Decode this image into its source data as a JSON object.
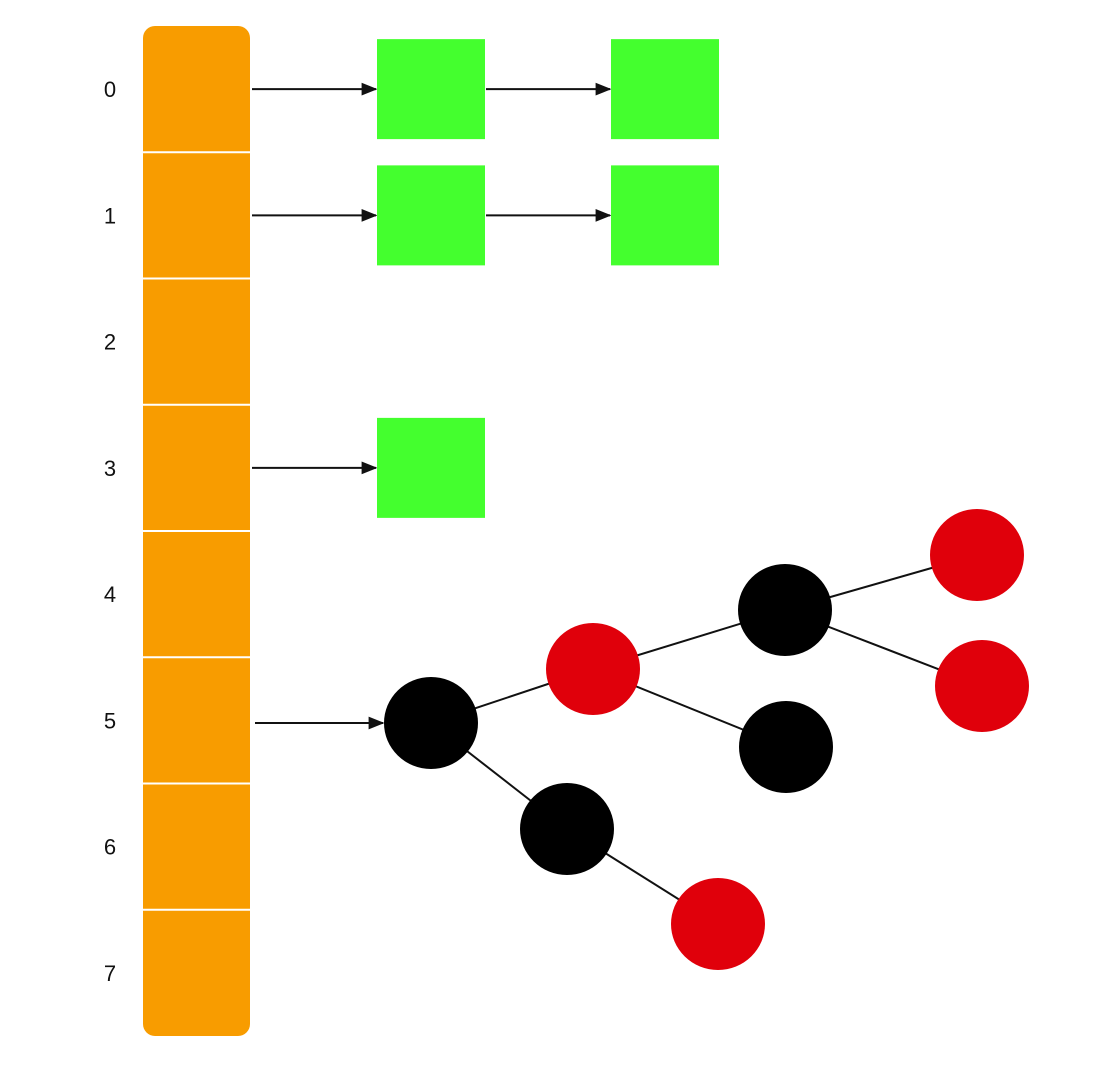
{
  "colors": {
    "bucket": "#F89C00",
    "list_node": "#44FF2E",
    "tree_red": "#E0000B",
    "tree_black": "#000000",
    "edge": "#111111",
    "divider": "#FFFFFF"
  },
  "buckets": [
    {
      "index": "0",
      "chain": 2
    },
    {
      "index": "1",
      "chain": 2
    },
    {
      "index": "2",
      "chain": 0
    },
    {
      "index": "3",
      "chain": 1
    },
    {
      "index": "4",
      "chain": 0
    },
    {
      "index": "5",
      "chain": 0,
      "tree": true
    },
    {
      "index": "6",
      "chain": 0
    },
    {
      "index": "7",
      "chain": 0
    }
  ],
  "tree": {
    "root": "n1",
    "nodes": [
      {
        "id": "n1",
        "color": "black",
        "children": [
          "n2",
          "n3"
        ]
      },
      {
        "id": "n2",
        "color": "red",
        "children": [
          "n4",
          "n5"
        ]
      },
      {
        "id": "n3",
        "color": "black",
        "children": [
          "n6"
        ]
      },
      {
        "id": "n4",
        "color": "black",
        "children": [
          "n7",
          "n8"
        ]
      },
      {
        "id": "n5",
        "color": "black",
        "children": []
      },
      {
        "id": "n6",
        "color": "red",
        "children": []
      },
      {
        "id": "n7",
        "color": "red",
        "children": []
      },
      {
        "id": "n8",
        "color": "red",
        "children": []
      }
    ]
  }
}
